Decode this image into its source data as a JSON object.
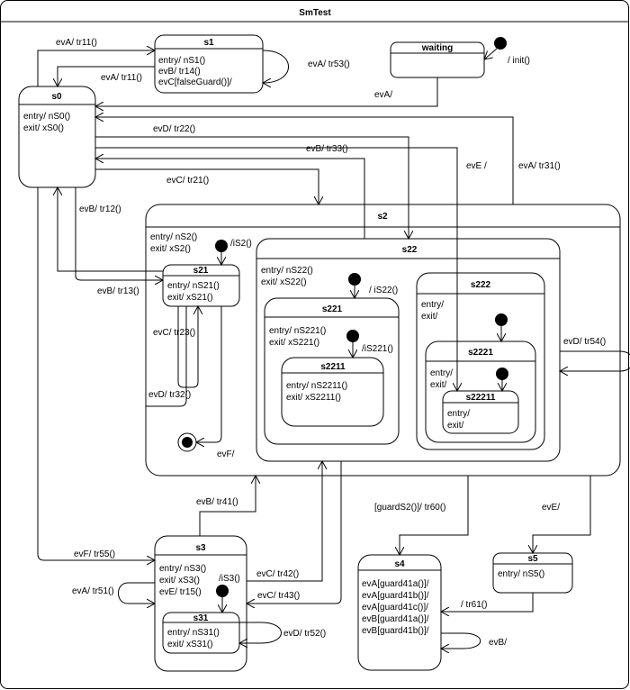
{
  "diagram": {
    "title": "SmTest",
    "states": {
      "s0": {
        "name": "s0",
        "lines": [
          "entry/ nS0()",
          "exit/ xS0()"
        ]
      },
      "s1": {
        "name": "s1",
        "lines": [
          "entry/ nS1()",
          "evB/ tr14()",
          "evC[falseGuard()]/"
        ]
      },
      "waiting": {
        "name": "waiting"
      },
      "s2": {
        "name": "s2",
        "lines": [
          "entry/ nS2()",
          "exit/ xS2()"
        ]
      },
      "s21": {
        "name": "s21",
        "lines": [
          "entry/ nS21()",
          "exit/ xS21()"
        ]
      },
      "s22": {
        "name": "s22",
        "lines": [
          "entry/ nS22()",
          "exit/ xS22()"
        ]
      },
      "s221": {
        "name": "s221",
        "lines": [
          "entry/ nS221()",
          "exit/ xS221()"
        ]
      },
      "s2211": {
        "name": "s2211",
        "lines": [
          "entry/ nS2211()",
          "exit/ xS2211()"
        ]
      },
      "s222": {
        "name": "s222",
        "lines": [
          "entry/",
          "exit/"
        ]
      },
      "s2221": {
        "name": "s2221",
        "lines": [
          "entry/",
          "exit/"
        ]
      },
      "s22211": {
        "name": "s22211",
        "lines": [
          "entry/",
          "exit/"
        ]
      },
      "s3": {
        "name": "s3",
        "lines": [
          "entry/ nS3()",
          "exit/ xS3()",
          "evE/ tr15()"
        ]
      },
      "s31": {
        "name": "s31",
        "lines": [
          "entry/ nS31()",
          "exit/ xS31()"
        ]
      },
      "s4": {
        "name": "s4",
        "lines": [
          "evA[guard41a()]/",
          "evA[guard41b()]/",
          "evA[guard41c()]/",
          "evB[guard41a()]/",
          "evB[guard41b()]/"
        ]
      },
      "s5": {
        "name": "s5",
        "lines": [
          "entry/ nS5()"
        ]
      }
    },
    "transitions": {
      "t_init": "/ init()",
      "t_evA_waiting": "evA/",
      "t_evA_tr11_top": "evA/ tr11()",
      "t_evA_tr11_mid": "evA/ tr11()",
      "t_evA_tr53": "evA/ tr53()",
      "t_evD_tr22": "evD/ tr22()",
      "t_evB_tr33": "evB/ tr33()",
      "t_evE": "evE /",
      "t_evA_tr31": "evA/ tr31()",
      "t_evC_tr21": "evC/ tr21()",
      "t_evB_tr12": "evB/ tr12()",
      "t_iS2": "/iS2()",
      "t_evB_tr13": "evB/ tr13()",
      "t_evC_tr23": "evC/ tr23()",
      "t_evD_tr32": "evD/ tr32()",
      "t_evF": "evF/",
      "t_iS22": "/ iS22()",
      "t_iS221": "/iS221()",
      "t_evD_tr54": "evD/ tr54()",
      "t_evB_tr41": "evB/ tr41()",
      "t_guard_tr60": "[guardS2()]/ tr60()",
      "t_evE_s5": "evE/",
      "t_evF_tr55": "evF/ tr55()",
      "t_evA_tr51": "evA/ tr51()",
      "t_iS3": "/iS3()",
      "t_evC_tr42": "evC/ tr42()",
      "t_evC_tr43": "evC/ tr43()",
      "t_evD_tr52": "evD/ tr52()",
      "t_tr61": "/ tr61()",
      "t_evB_s4": "evB/"
    }
  }
}
